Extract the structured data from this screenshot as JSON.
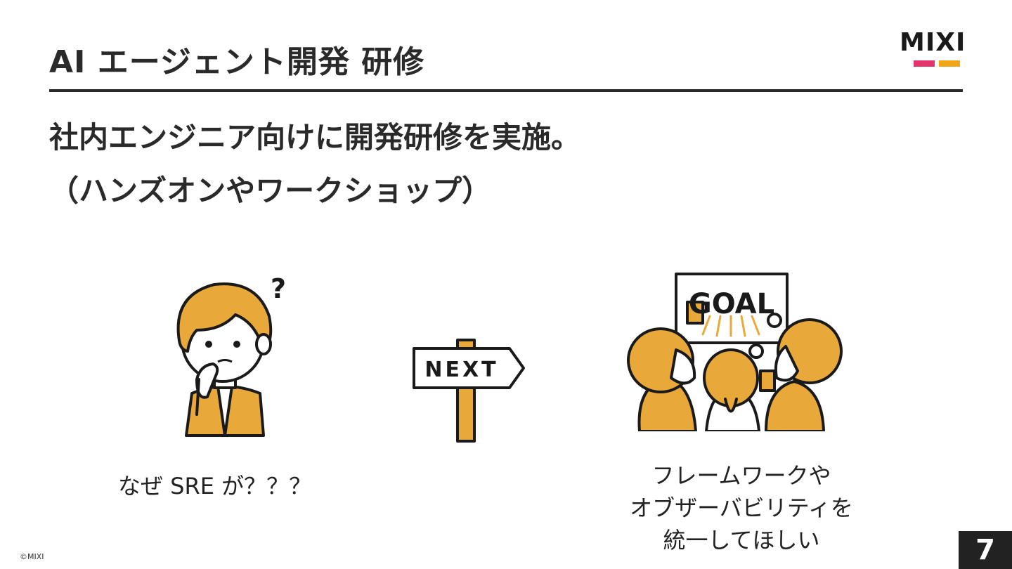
{
  "header": {
    "title": "AI エージェント開発 研修",
    "logo_text": "MIXI"
  },
  "main": {
    "heading_line1": "社内エンジニア向けに開発研修を実施。",
    "heading_line2": "（ハンズオンやワークショップ）",
    "sign_text": "NEXT",
    "goal_text": "GOAL",
    "question_mark": "?",
    "caption_left": "なぜ SRE が？？？",
    "caption_right_lines": [
      "フレームワークや",
      "オブザーバビリティを",
      "統一してほしい"
    ]
  },
  "footer": {
    "copyright": "©MIXI",
    "page_number": "7"
  },
  "colors": {
    "accent_orange": "#e8a93a",
    "logo_red": "#e5336b",
    "logo_yellow": "#f2a516",
    "text_dark": "#2a2a2a"
  }
}
